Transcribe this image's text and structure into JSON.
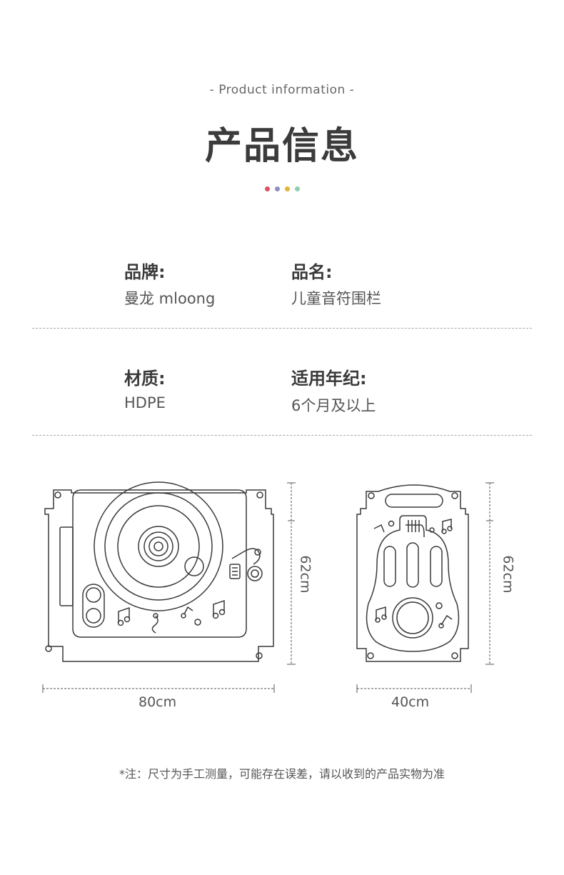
{
  "header": {
    "subtitle": "-  Product information  -",
    "title": "产品信息",
    "dot_colors": [
      "#d9545f",
      "#8f8fc2",
      "#e3b335",
      "#8fcfb0"
    ]
  },
  "info": {
    "row1": {
      "brand_label": "品牌:",
      "brand_value": "曼龙 mloong",
      "name_label": "品名:",
      "name_value": "儿童音符围栏"
    },
    "row2": {
      "material_label": "材质:",
      "material_value": "HDPE",
      "age_label": "适用年纪:",
      "age_value": "6个月及以上"
    }
  },
  "dimensions": {
    "panel1_width": "80cm",
    "panel1_height": "62cm",
    "panel2_width": "40cm",
    "panel2_height": "62cm"
  },
  "note": "*注：尺寸为手工测量，可能存在误差，请以收到的产品实物为准",
  "colors": {
    "line": "#3a3a3a",
    "dim_line": "#555555"
  }
}
